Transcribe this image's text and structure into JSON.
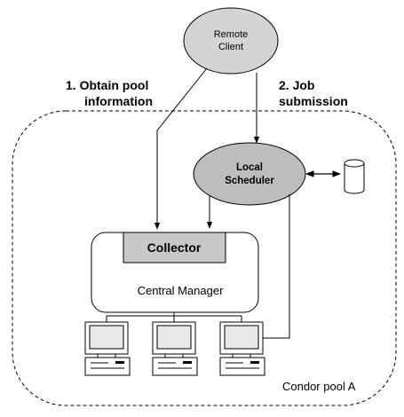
{
  "diagram": {
    "remote_client": {
      "line1": "Remote",
      "line2": "Client"
    },
    "step1": {
      "line1": "1. Obtain pool",
      "line2": "information"
    },
    "step2": {
      "line1": "2. Job",
      "line2": "submission"
    },
    "local_scheduler": {
      "line1": "Local",
      "line2": "Scheduler"
    },
    "collector": "Collector",
    "central_manager": "Central Manager",
    "pool_label": "Condor pool A"
  },
  "colors": {
    "node_fill": "#d4d4d4",
    "scheduler_fill": "#bdbdbd",
    "collector_fill": "#c8c8c8",
    "stroke": "#000000"
  }
}
